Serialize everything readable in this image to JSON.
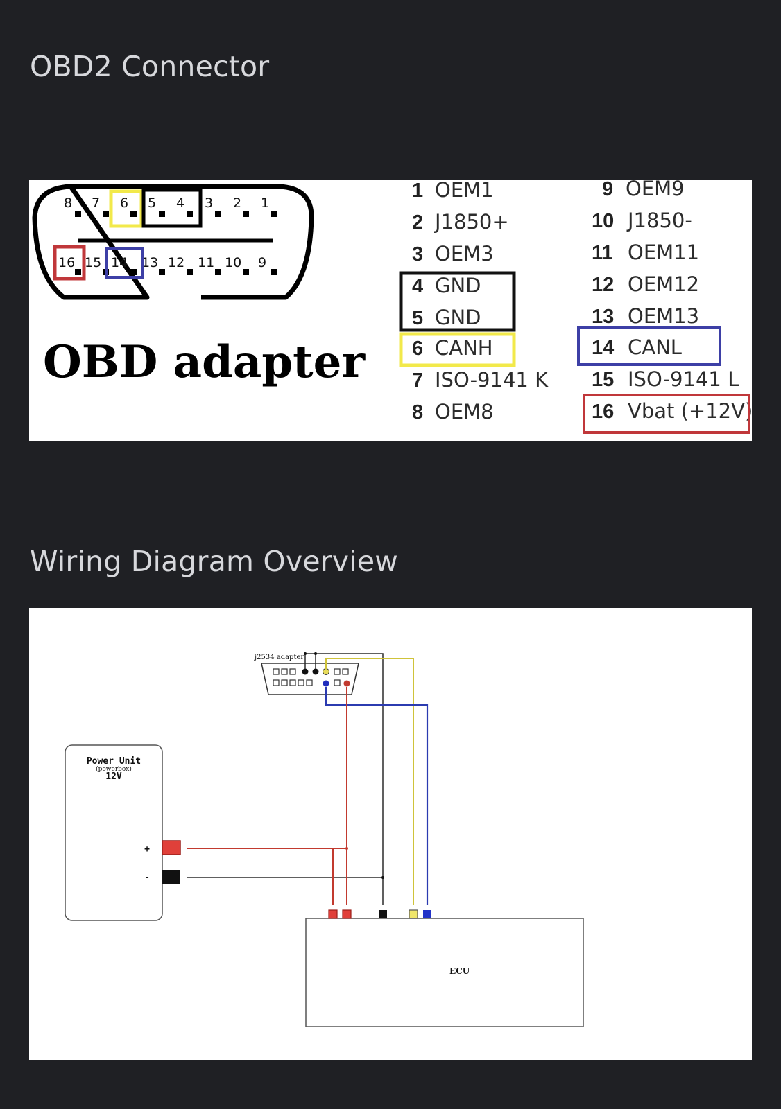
{
  "sections": {
    "obd": {
      "title": "OBD2 Connector"
    },
    "wiring": {
      "title": "Wiring Diagram Overview"
    }
  },
  "connector": {
    "label": "OBD adapter",
    "top_pins": [
      "8",
      "7",
      "6",
      "5",
      "4",
      "3",
      "2",
      "1"
    ],
    "bottom_pins": [
      "16",
      "15",
      "14",
      "13",
      "12",
      "11",
      "10",
      "9"
    ]
  },
  "pinout": {
    "left": [
      {
        "num": "1",
        "name": "OEM1"
      },
      {
        "num": "2",
        "name": "J1850+"
      },
      {
        "num": "3",
        "name": "OEM3"
      },
      {
        "num": "4",
        "name": "GND"
      },
      {
        "num": "5",
        "name": "GND"
      },
      {
        "num": "6",
        "name": "CANH"
      },
      {
        "num": "7",
        "name": "ISO-9141 K"
      },
      {
        "num": "8",
        "name": "OEM8"
      }
    ],
    "right": [
      {
        "num": "9",
        "name": "OEM9"
      },
      {
        "num": "10",
        "name": "J1850-"
      },
      {
        "num": "11",
        "name": "OEM11"
      },
      {
        "num": "12",
        "name": "OEM12"
      },
      {
        "num": "13",
        "name": "OEM13"
      },
      {
        "num": "14",
        "name": "CANL"
      },
      {
        "num": "15",
        "name": "ISO-9141 L"
      },
      {
        "num": "16",
        "name": "Vbat (+12V)"
      }
    ]
  },
  "highlights": {
    "gnd": "#111111",
    "canh": "#f2e94a",
    "canl": "#3d3fa6",
    "vbat": "#c0373a"
  },
  "wiring": {
    "adapter_label": "j2534 adapter",
    "power_unit": {
      "title": "Power Unit",
      "subtitle": "(powerbox)",
      "voltage": "12V",
      "plus": "+",
      "minus": "-"
    },
    "ecu_label": "ECU",
    "wire_colors": {
      "red": "#c23a2f",
      "black": "#2b2b2b",
      "yellow": "#cfc33a",
      "blue": "#2b3bb0"
    }
  }
}
